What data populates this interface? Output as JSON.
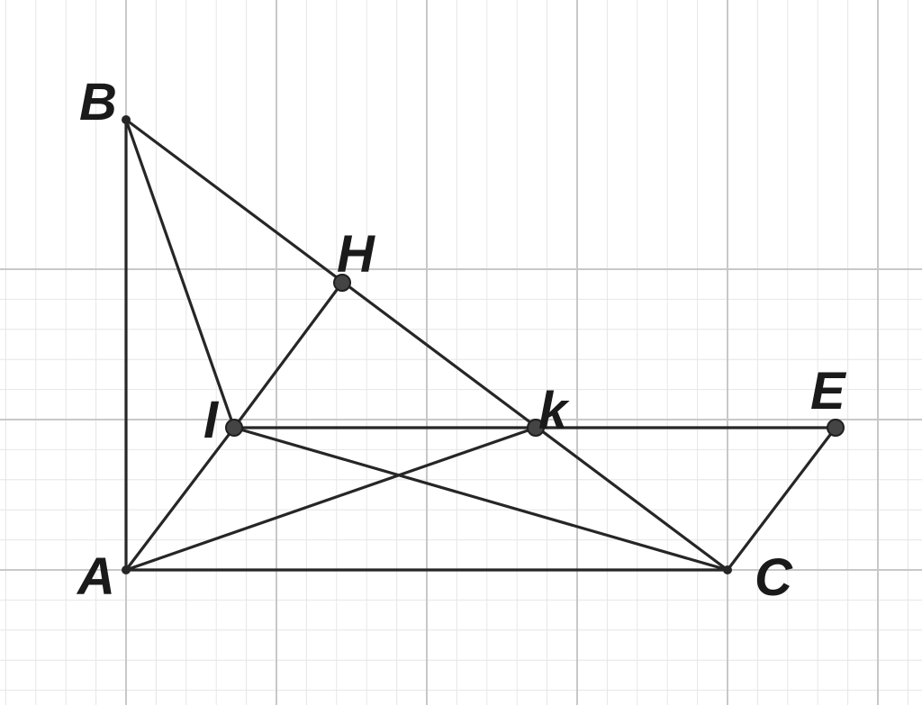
{
  "diagram": {
    "points": {
      "A": {
        "label": "A"
      },
      "B": {
        "label": "B"
      },
      "C": {
        "label": "C"
      },
      "H": {
        "label": "H"
      },
      "I": {
        "label": "I"
      },
      "K": {
        "label": "k"
      },
      "E": {
        "label": "E"
      }
    },
    "segments": [
      [
        "A",
        "B"
      ],
      [
        "A",
        "C"
      ],
      [
        "B",
        "C"
      ],
      [
        "B",
        "I"
      ],
      [
        "I",
        "H"
      ],
      [
        "A",
        "I"
      ],
      [
        "A",
        "K"
      ],
      [
        "I",
        "C"
      ],
      [
        "I",
        "E"
      ],
      [
        "C",
        "E"
      ]
    ]
  }
}
